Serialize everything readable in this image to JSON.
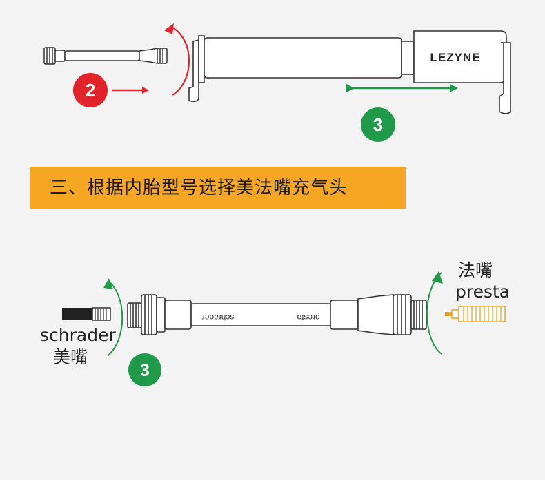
{
  "banner": {
    "title": "三、根据内胎型号选择美法嘴充气头"
  },
  "pump": {
    "brand": "LEZYNE"
  },
  "steps": {
    "step2": "2",
    "step3_top": "3",
    "step3_bottom": "3"
  },
  "hose": {
    "left_label": "schrader",
    "right_label": "presta"
  },
  "valves": {
    "presta_cn": "法嘴",
    "presta_en": "presta",
    "schrader_en": "schrader",
    "schrader_cn": "美嘴"
  },
  "colors": {
    "background": "#f3f3f3",
    "banner": "#f5a623",
    "step_red": "#e2242a",
    "step_green": "#1f9a48",
    "arrow_red": "#e2242a",
    "arrow_green": "#1f9a48",
    "presta_valve": "#f0a020",
    "schrader_valve": "#222222"
  }
}
